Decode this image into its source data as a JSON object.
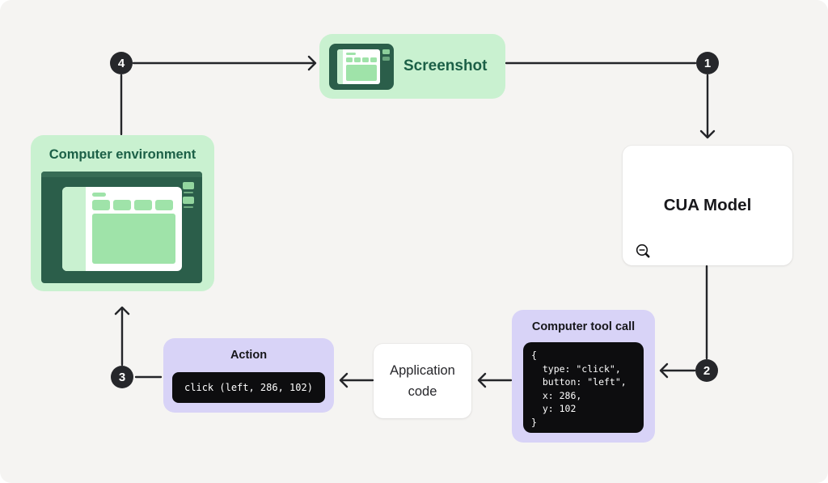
{
  "palette": {
    "canvas_background": "#f5f4f2",
    "light_green": "#c9f1d0",
    "medium_green": "#9fe3a9",
    "dark_green": "#2b5e4a",
    "green_text": "#1c6047",
    "lavender": "#d8d3f7",
    "code_background": "#0d0d0f",
    "badge_background": "#26272b",
    "arrow_color": "#242529",
    "white_box": "#ffffff",
    "dark_text": "#18181c"
  },
  "nodes": {
    "screenshot": {
      "label": "Screenshot",
      "icon": "browser-window-icon"
    },
    "computer_environment": {
      "label": "Computer environment",
      "icon": "browser-window-icon"
    },
    "cua_model": {
      "label": "CUA Model",
      "icon": "zoom-out-cursor-icon"
    },
    "computer_tool_call": {
      "label": "Computer tool call",
      "code": "{\n  type: \"click\",\n  button: \"left\",\n  x: 286,\n  y: 102\n}"
    },
    "application_code": {
      "label": "Application code"
    },
    "action": {
      "label": "Action",
      "code": "click (left, 286, 102)"
    }
  },
  "steps": [
    "1",
    "2",
    "3",
    "4"
  ]
}
